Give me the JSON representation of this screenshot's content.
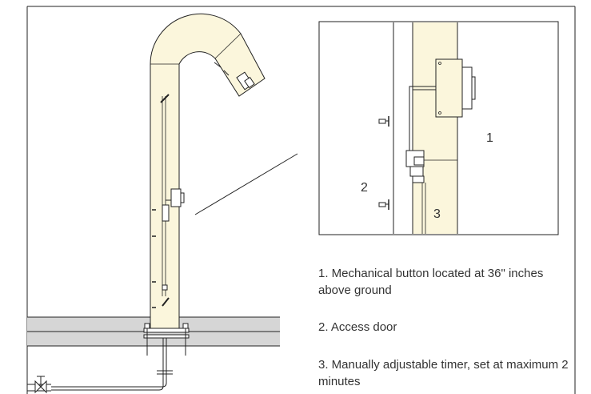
{
  "callouts": {
    "one": "1",
    "two": "2",
    "three": "3"
  },
  "legend": {
    "item_1": "1. Mechanical button located at 36\" inches above ground",
    "item_2": "2. Access door",
    "item_3": "3. Manually adjustable timer, set at maximum 2 minutes"
  },
  "colors": {
    "pipe_fill": "#fbf6dc",
    "floor_fill": "#d6d6d6",
    "line": "#222222"
  }
}
